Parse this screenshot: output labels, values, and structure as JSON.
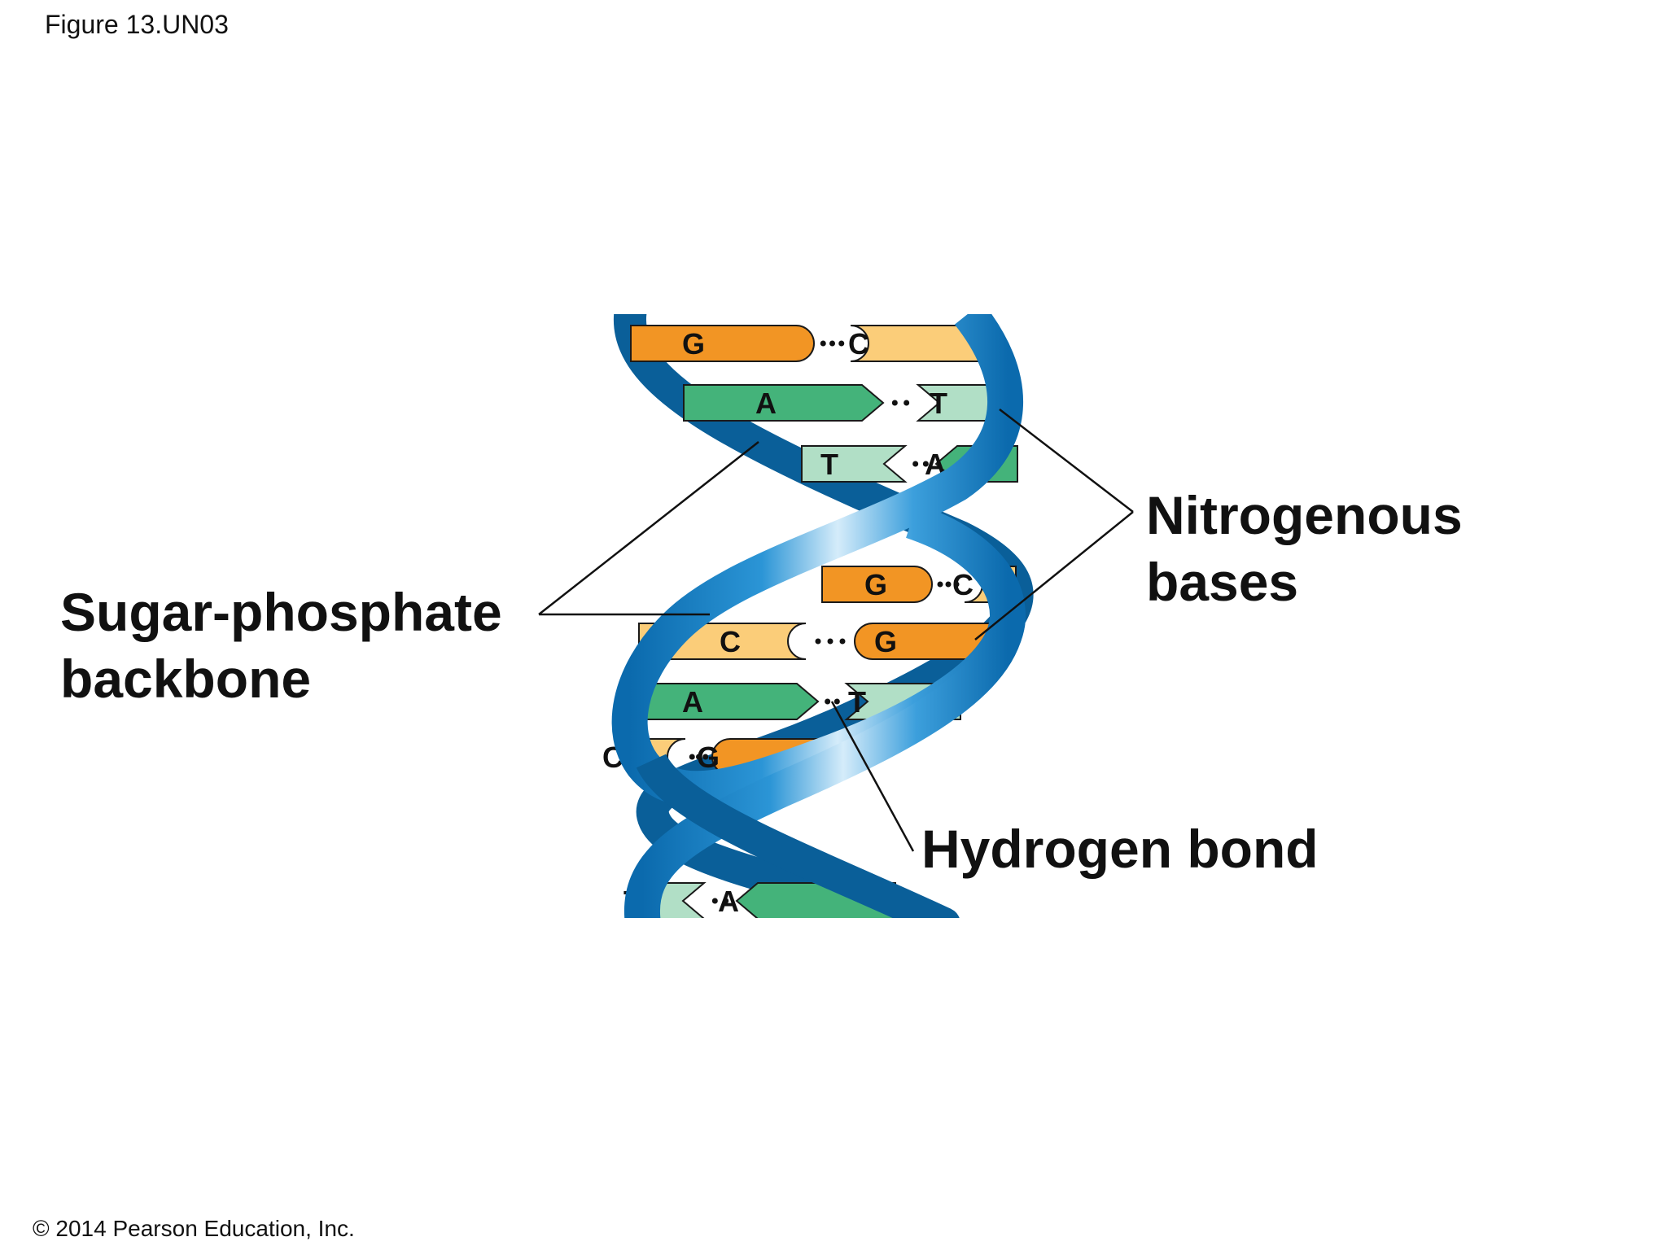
{
  "figure_label": "Figure 13.UN03",
  "copyright": "© 2014 Pearson Education, Inc.",
  "labels": {
    "backbone_line1": "Sugar-phosphate",
    "backbone_line2": "backbone",
    "bases_line1": "Nitrogenous",
    "bases_line2": "bases",
    "hydrogen_bond": "Hydrogen bond"
  },
  "base_pairs": [
    {
      "left": "G",
      "right": "C"
    },
    {
      "left": "A",
      "right": "T"
    },
    {
      "left": "T",
      "right": "A"
    },
    {
      "left": "G",
      "right": "C"
    },
    {
      "left": "C",
      "right": "G"
    },
    {
      "left": "A",
      "right": "T"
    },
    {
      "left": "C",
      "right": "G"
    },
    {
      "left": "T",
      "right": "A"
    }
  ],
  "colors": {
    "adenine": "#44b37a",
    "thymine": "#b1dfc6",
    "guanine": "#f29524",
    "cytosine": "#fbcd79",
    "backbone": "#1f86c8",
    "backbone_dark": "#0a5f99",
    "backbone_light": "#cfe7f7"
  }
}
